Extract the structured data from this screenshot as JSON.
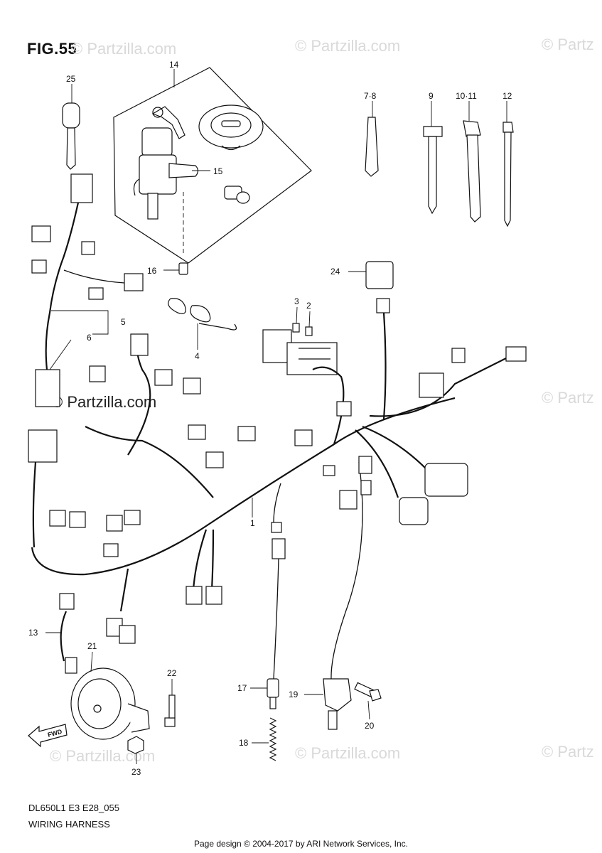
{
  "figure": {
    "title": "FIG.55",
    "model_code": "DL650L1 E3 E28_055",
    "name": "WIRING HARNESS",
    "credit": "Page design © 2004-2017 by ARI Network Services, Inc."
  },
  "watermarks": [
    "© Partzilla.com",
    "© Partzilla.com",
    "© Partz",
    "© Partzilla.com",
    "© Partz",
    "© Partzilla.com",
    "© Partzilla.com",
    "© Partz"
  ],
  "fwd_arrow": "FWD",
  "callouts": [
    "25",
    "14",
    "15",
    "16",
    "7·8",
    "9",
    "10·11",
    "12",
    "24",
    "3",
    "2",
    "5",
    "6",
    "4",
    "1",
    "13",
    "21",
    "22",
    "23",
    "17",
    "18",
    "19",
    "20"
  ]
}
